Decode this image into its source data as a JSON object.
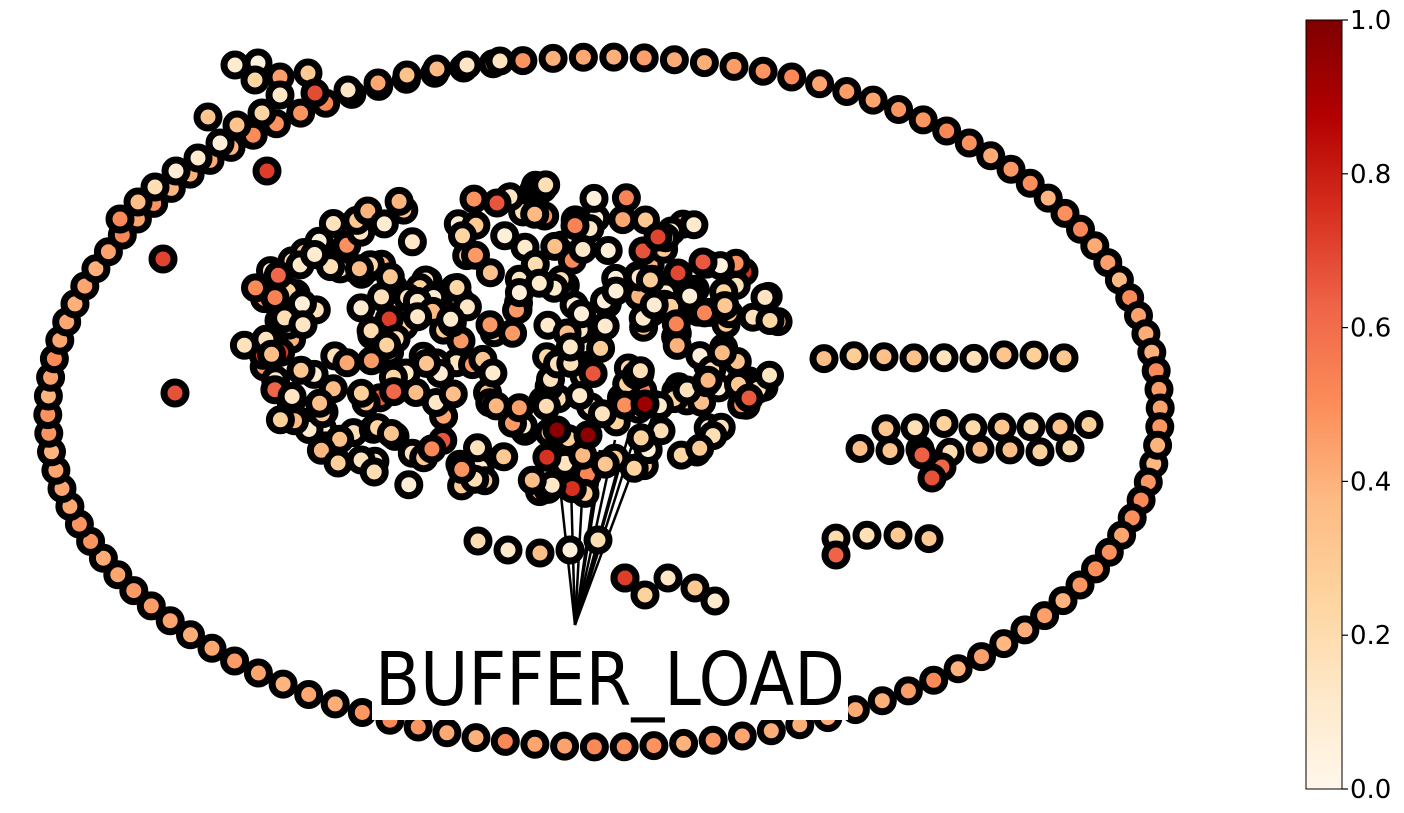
{
  "graph": {
    "highlighted_node_label": "BUFFER_LOAD",
    "colormap": "OrRd",
    "node_color_values_hint": "white-to-orange-red",
    "node_outline_color": "#000000",
    "label_background": "#ffffff"
  },
  "colorbar": {
    "min": 0.0,
    "max": 1.0,
    "ticks": [
      "0.0",
      "0.2",
      "0.4",
      "0.6",
      "0.8",
      "1.0"
    ],
    "stops": [
      "#fff7ec",
      "#fee8c8",
      "#fdd49e",
      "#fdbb84",
      "#fc8d59",
      "#ef6548",
      "#d7301f",
      "#b30000",
      "#7f0000"
    ]
  }
}
